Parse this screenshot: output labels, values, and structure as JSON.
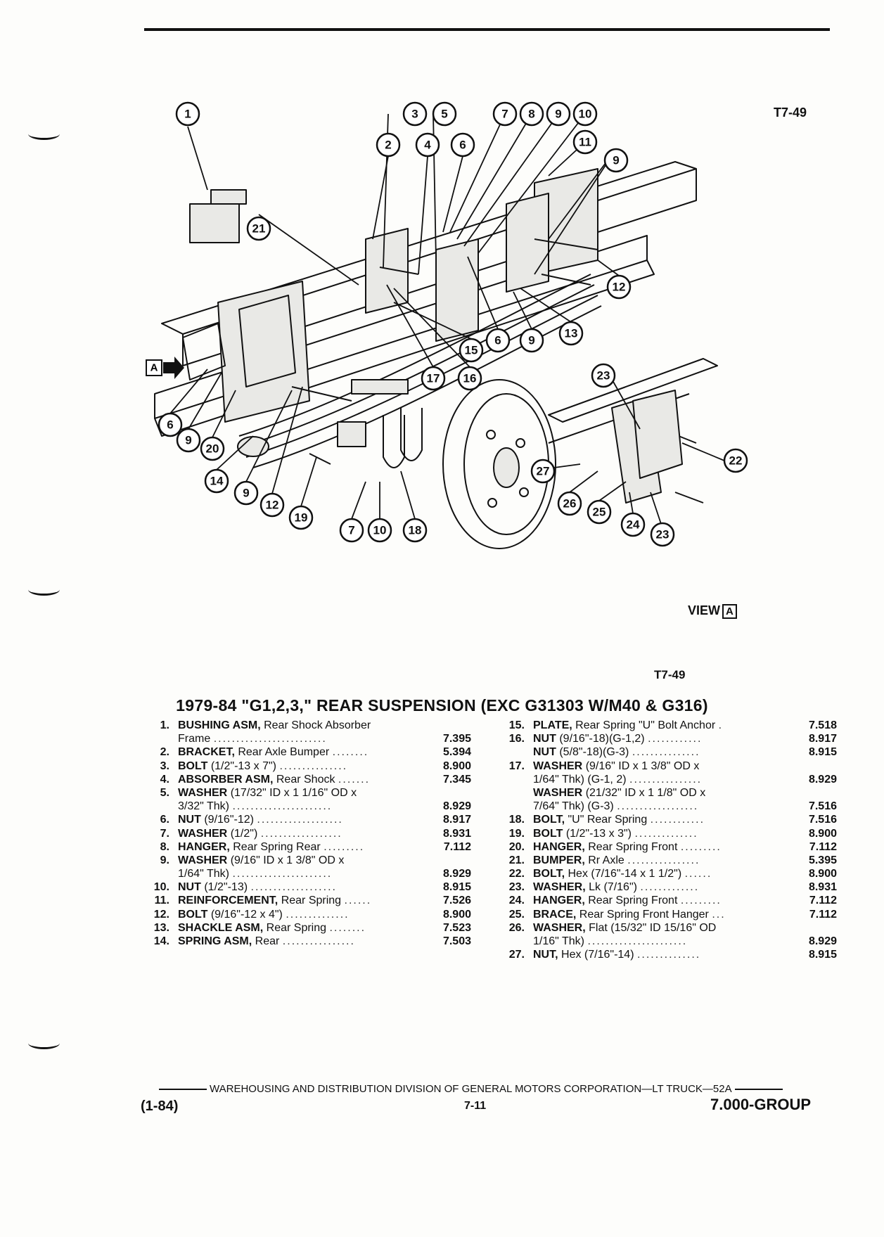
{
  "header": {
    "figure_code_top": "T7-49",
    "figure_code_bottom": "T7-49"
  },
  "diagram": {
    "view_label": "VIEW",
    "view_letter": "A",
    "arrow_letter": "A",
    "callouts": [
      "1",
      "2",
      "3",
      "4",
      "5",
      "6",
      "7",
      "8",
      "9",
      "10",
      "11",
      "9",
      "21",
      "12",
      "13",
      "9",
      "6",
      "15",
      "16",
      "17",
      "6",
      "9",
      "20",
      "14",
      "9",
      "12",
      "19",
      "7",
      "10",
      "18",
      "23",
      "22",
      "27",
      "26",
      "25",
      "24",
      "23"
    ]
  },
  "title": "1979-84 \"G1,2,3,\" REAR SUSPENSION (EXC G31303 W/M40 & G316)",
  "parts_left": [
    {
      "num": "1.",
      "name": "BUSHING ASM,",
      "desc": "Rear Shock Absorber",
      "dots": "",
      "value": ""
    },
    {
      "num": "",
      "name": "",
      "desc": "Frame",
      "dots": ".........................",
      "value": "7.395"
    },
    {
      "num": "2.",
      "name": "BRACKET,",
      "desc": "Rear Axle Bumper",
      "dots": "........",
      "value": "5.394"
    },
    {
      "num": "3.",
      "name": "BOLT",
      "desc": "(1/2\"-13 x 7\")",
      "dots": "...............",
      "value": "8.900"
    },
    {
      "num": "4.",
      "name": "ABSORBER ASM,",
      "desc": "Rear Shock",
      "dots": ".......",
      "value": "7.345"
    },
    {
      "num": "5.",
      "name": "WASHER",
      "desc": "(17/32\" ID x 1 1/16\" OD x",
      "dots": "",
      "value": ""
    },
    {
      "num": "",
      "name": "",
      "desc": "3/32\" Thk)",
      "dots": "......................",
      "value": "8.929"
    },
    {
      "num": "6.",
      "name": "NUT",
      "desc": "(9/16\"-12)",
      "dots": "...................",
      "value": "8.917"
    },
    {
      "num": "7.",
      "name": "WASHER",
      "desc": "(1/2\")",
      "dots": "..................",
      "value": "8.931"
    },
    {
      "num": "8.",
      "name": "HANGER,",
      "desc": "Rear Spring Rear",
      "dots": ".........",
      "value": "7.112"
    },
    {
      "num": "9.",
      "name": "WASHER",
      "desc": "(9/16\" ID x 1 3/8\" OD x",
      "dots": "",
      "value": ""
    },
    {
      "num": "",
      "name": "",
      "desc": "1/64\" Thk)",
      "dots": "......................",
      "value": "8.929"
    },
    {
      "num": "10.",
      "name": "NUT",
      "desc": "(1/2\"-13)",
      "dots": "...................",
      "value": "8.915"
    },
    {
      "num": "11.",
      "name": "REINFORCEMENT,",
      "desc": "Rear Spring",
      "dots": "......",
      "value": "7.526"
    },
    {
      "num": "12.",
      "name": "BOLT",
      "desc": "(9/16\"-12 x 4\")",
      "dots": "..............",
      "value": "8.900"
    },
    {
      "num": "13.",
      "name": "SHACKLE ASM,",
      "desc": "Rear Spring",
      "dots": "........",
      "value": "7.523"
    },
    {
      "num": "14.",
      "name": "SPRING ASM,",
      "desc": "Rear",
      "dots": "................",
      "value": "7.503"
    }
  ],
  "parts_right": [
    {
      "num": "15.",
      "name": "PLATE,",
      "desc": "Rear Spring \"U\" Bolt Anchor",
      "dots": ".",
      "value": "7.518"
    },
    {
      "num": "16.",
      "name": "NUT",
      "desc": "(9/16\"-18)(G-1,2)",
      "dots": "............",
      "value": "8.917"
    },
    {
      "num": "",
      "name": "NUT",
      "desc": "(5/8\"-18)(G-3)",
      "dots": "...............",
      "value": "8.915"
    },
    {
      "num": "17.",
      "name": "WASHER",
      "desc": "(9/16\" ID x 1 3/8\" OD x",
      "dots": "",
      "value": ""
    },
    {
      "num": "",
      "name": "",
      "desc": "1/64\" Thk) (G-1, 2)",
      "dots": "................",
      "value": "8.929"
    },
    {
      "num": "",
      "name": "WASHER",
      "desc": "(21/32\" ID x 1 1/8\" OD x",
      "dots": "",
      "value": ""
    },
    {
      "num": "",
      "name": "",
      "desc": "7/64\" Thk) (G-3)",
      "dots": "..................",
      "value": "7.516"
    },
    {
      "num": "18.",
      "name": "BOLT,",
      "desc": "\"U\" Rear Spring",
      "dots": "............",
      "value": "7.516"
    },
    {
      "num": "19.",
      "name": "BOLT",
      "desc": "(1/2\"-13 x 3\")",
      "dots": "..............",
      "value": "8.900"
    },
    {
      "num": "20.",
      "name": "HANGER,",
      "desc": "Rear Spring Front",
      "dots": ".........",
      "value": "7.112"
    },
    {
      "num": "21.",
      "name": "BUMPER,",
      "desc": "Rr Axle",
      "dots": "................",
      "value": "5.395"
    },
    {
      "num": "22.",
      "name": "BOLT,",
      "desc": "Hex (7/16\"-14 x 1 1/2\")",
      "dots": "......",
      "value": "8.900"
    },
    {
      "num": "23.",
      "name": "WASHER,",
      "desc": "Lk (7/16\")",
      "dots": ".............",
      "value": "8.931"
    },
    {
      "num": "24.",
      "name": "HANGER,",
      "desc": "Rear Spring Front",
      "dots": ".........",
      "value": "7.112"
    },
    {
      "num": "25.",
      "name": "BRACE,",
      "desc": "Rear Spring Front Hanger",
      "dots": "...",
      "value": "7.112"
    },
    {
      "num": "26.",
      "name": "WASHER,",
      "desc": "Flat (15/32\" ID 15/16\" OD",
      "dots": "",
      "value": ""
    },
    {
      "num": "",
      "name": "",
      "desc": "1/16\" Thk)",
      "dots": "......................",
      "value": "8.929"
    },
    {
      "num": "27.",
      "name": "NUT,",
      "desc": "Hex (7/16\"-14)",
      "dots": "..............",
      "value": "8.915"
    }
  ],
  "footer": {
    "line": "WAREHOUSING AND DISTRIBUTION  DIVISION OF GENERAL MOTORS CORPORATION—LT TRUCK—52A",
    "date": "(1-84)",
    "page": "7-11",
    "group": "7.000-GROUP"
  }
}
